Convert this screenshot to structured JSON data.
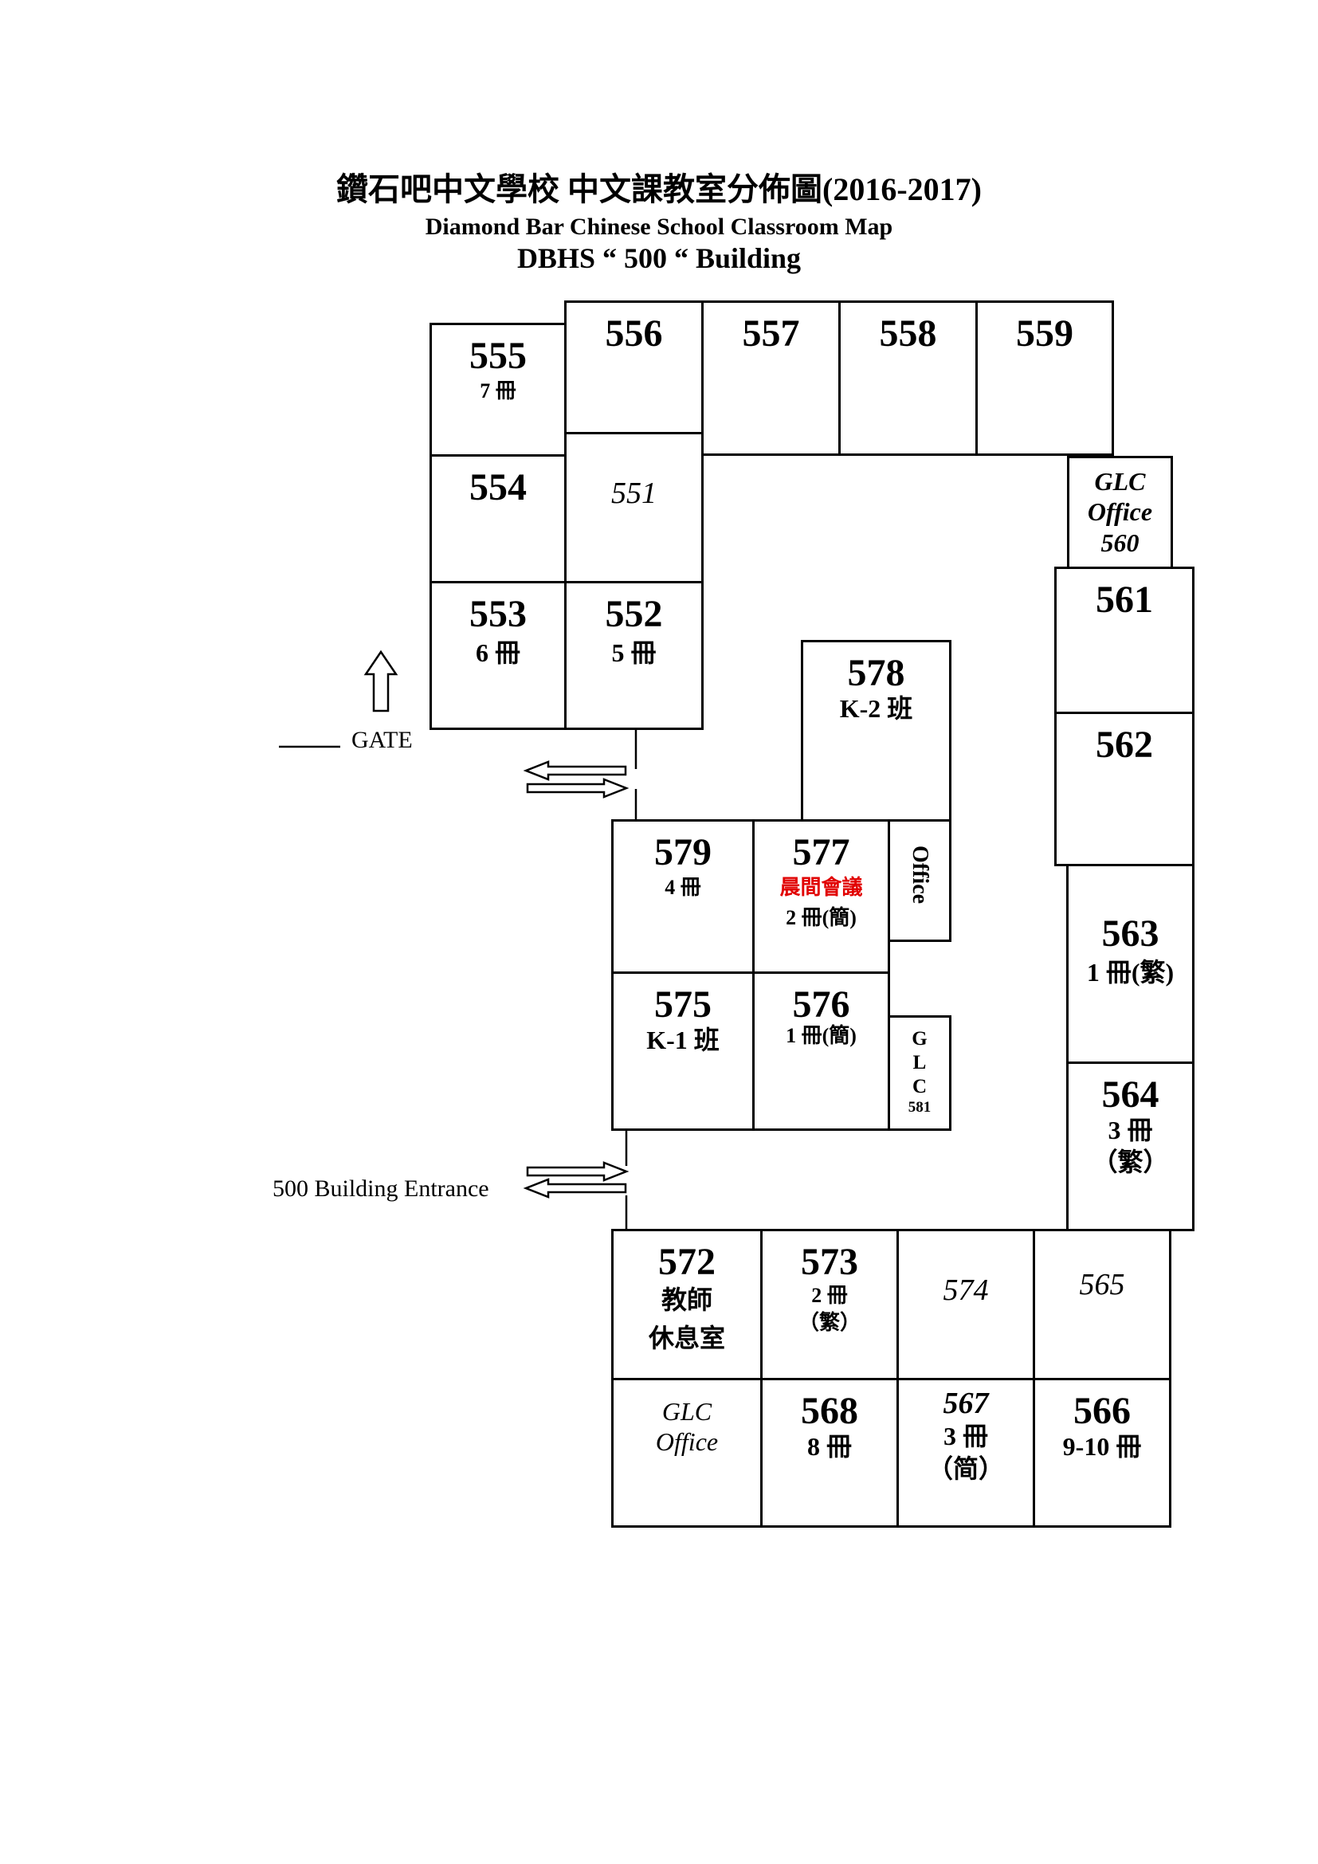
{
  "title": {
    "line1": "鑽石吧中文學校 中文課教室分佈圖(2016-2017)",
    "line2": "Diamond Bar Chinese School Classroom Map",
    "line3": "DBHS “ 500 “ Building"
  },
  "labels": {
    "gate": "GATE",
    "entrance": "500 Building Entrance"
  },
  "rooms": {
    "r555": {
      "num": "555",
      "sub": "7 冊"
    },
    "r556": {
      "num": "556"
    },
    "r557": {
      "num": "557"
    },
    "r558": {
      "num": "558"
    },
    "r559": {
      "num": "559"
    },
    "r554": {
      "num": "554"
    },
    "r551": {
      "num": "551"
    },
    "r553": {
      "num": "553",
      "sub": "6 冊"
    },
    "r552": {
      "num": "552",
      "sub": "5 冊"
    },
    "r560": {
      "l1": "GLC",
      "l2": "Office",
      "l3": "560"
    },
    "r561": {
      "num": "561"
    },
    "r562": {
      "num": "562"
    },
    "r578": {
      "num": "578",
      "sub": "K-2 班"
    },
    "r579": {
      "num": "579",
      "sub": "4 冊"
    },
    "r577": {
      "num": "577",
      "sub_red": "晨間會議",
      "sub": "2 冊(簡)"
    },
    "office": {
      "label": "Office"
    },
    "r575": {
      "num": "575",
      "sub": "K-1 班"
    },
    "r576": {
      "num": "576",
      "sub": "1 冊(簡)"
    },
    "r581": {
      "g": "G",
      "l": "L",
      "c": "C",
      "n": "581"
    },
    "r563": {
      "num": "563",
      "sub": "1 冊(繁)"
    },
    "r564": {
      "num": "564",
      "sub": "3 冊",
      "sub2": "（繁）"
    },
    "r572": {
      "num": "572",
      "sub": "教師",
      "sub2": "休息室"
    },
    "r573": {
      "num": "573",
      "sub": "2 冊",
      "sub2": "（繁）"
    },
    "r574": {
      "num": "574"
    },
    "r565": {
      "num": "565"
    },
    "glc_office": {
      "l1": "GLC",
      "l2": "Office"
    },
    "r568": {
      "num": "568",
      "sub": "8 冊"
    },
    "r567": {
      "num": "567",
      "sub": "3 冊",
      "sub2": "（简）"
    },
    "r566": {
      "num": "566",
      "sub": "9-10 冊"
    }
  }
}
